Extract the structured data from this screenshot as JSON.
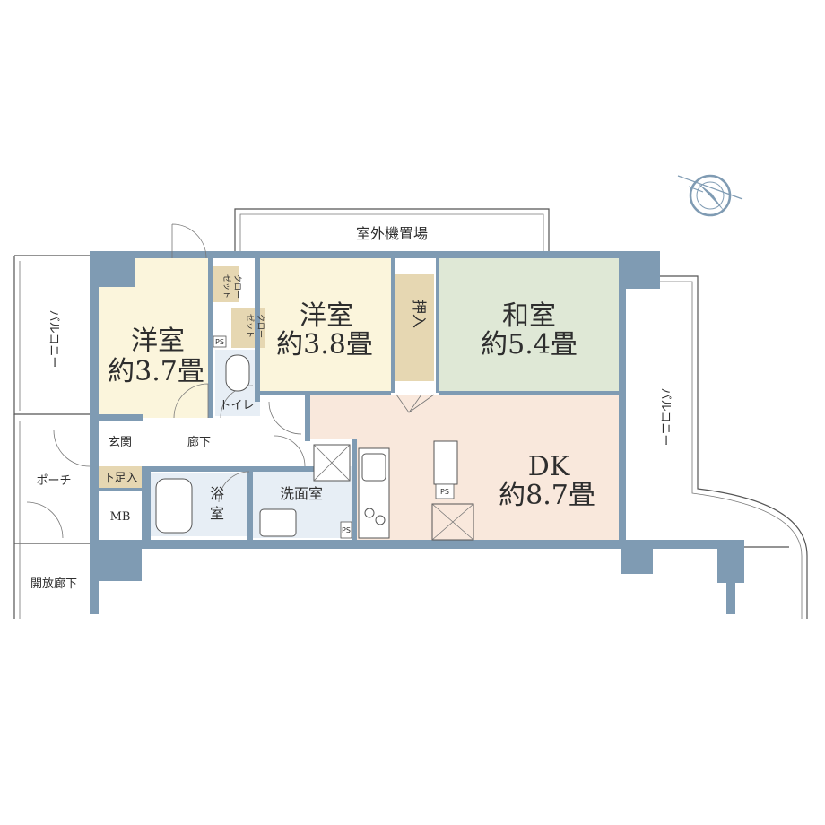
{
  "rooms": {
    "western1": {
      "name": "洋室",
      "size": "約3.7畳"
    },
    "western2": {
      "name": "洋室",
      "size": "約3.8畳"
    },
    "japanese": {
      "name": "和室",
      "size": "約5.4畳"
    },
    "dk": {
      "name": "DK",
      "size": "約8.7畳"
    }
  },
  "labels": {
    "outdoor_unit": "室外機置場",
    "balcony_left": "バルコニー",
    "balcony_right": "バルコニー",
    "closet1_l1": "クロー",
    "closet1_l2": "ゼット",
    "closet2_l1": "クロー",
    "closet2_l2": "ゼット",
    "oshiire": "押入",
    "toilet": "トイレ",
    "genkan": "玄関",
    "hallway": "廊下",
    "porch": "ポーチ",
    "shoe_box": "下足入",
    "mb": "MB",
    "bath_l1": "浴",
    "bath_l2": "室",
    "washroom": "洗面室",
    "open_corridor": "開放廊下",
    "ps1": "PS",
    "ps2": "PS",
    "ps3": "PS"
  },
  "colors": {
    "wall": "#7f9bb3",
    "western_room": "#fbf5dc",
    "japanese_room": "#dfe8d6",
    "dk_room": "#f9e8dc",
    "wet_area": "#e7eef5",
    "closet": "#e6d7b2",
    "entrance": "#ffffff"
  }
}
